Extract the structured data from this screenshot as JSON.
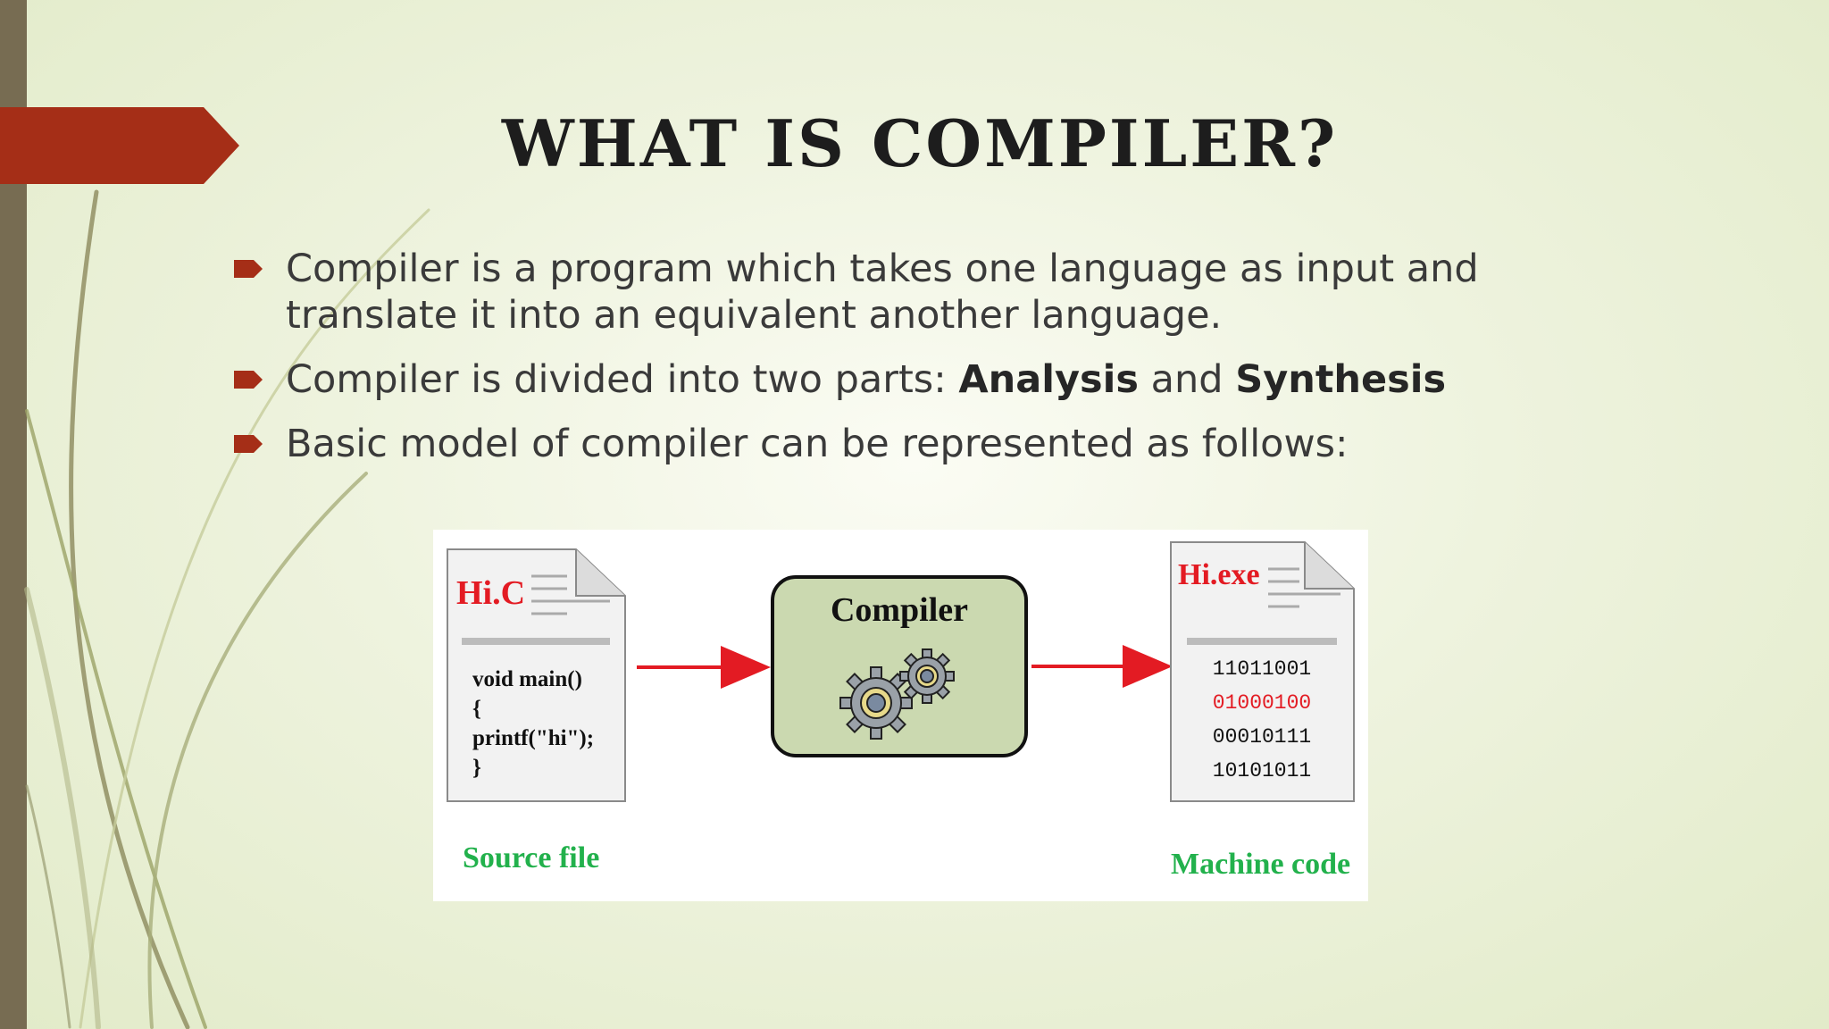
{
  "slide": {
    "title": "What is Compiler?",
    "bullets": {
      "b1": "Compiler is a program which takes one language as input and translate it into an equivalent another language.",
      "b2_prefix": "Compiler is divided into two parts: ",
      "b2_bold1": "Analysis",
      "b2_middle": " and ",
      "b2_bold2": "Synthesis",
      "b3": "Basic model of compiler can be represented as follows:"
    }
  },
  "diagram": {
    "source_name": "Hi.C",
    "source_code": [
      "void main()",
      "{",
      "printf(\"hi\");",
      "}"
    ],
    "source_caption": "Source file",
    "compiler_label": "Compiler",
    "exe_name": "Hi.exe",
    "binary": [
      "11011001",
      "01000100",
      "00010111",
      "10101011"
    ],
    "exe_caption": "Machine code",
    "icons": [
      "gear-icon",
      "arrow-right-icon",
      "document-icon"
    ],
    "colors": {
      "accent_arrow": "#a52e17",
      "red_label": "#e31b23",
      "green_caption": "#22b14c",
      "compiler_fill": "#cbd9b0",
      "sidebar": "#776c52"
    }
  }
}
